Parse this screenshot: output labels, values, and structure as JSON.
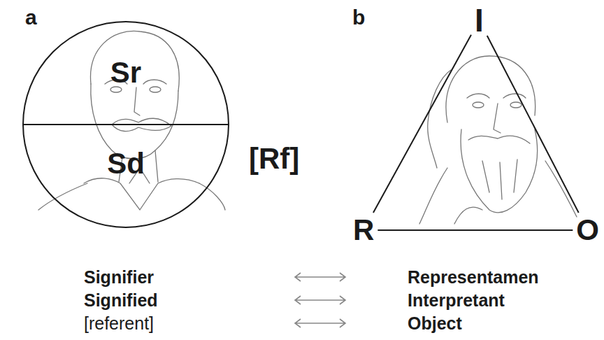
{
  "diagram": {
    "nodes": [
      {
        "text": [
          "Sr",
          "Sd"
        ]
      },
      {
        "text": [
          "I"
        ]
      },
      {
        "text": [
          "R"
        ]
      },
      {
        "text": [
          "O"
        ]
      }
    ],
    "edges": [
      {
        "from": 1,
        "to": 2,
        "arrow": "none"
      },
      {
        "from": 1,
        "to": 3,
        "arrow": "none"
      },
      {
        "from": 2,
        "to": 3,
        "arrow": "none"
      }
    ],
    "labels": [
      "a",
      "[Rf]",
      "b",
      "Signifier",
      "Signified",
      "[referent]",
      "Representamen",
      "Interpretant",
      "Object"
    ]
  }
}
